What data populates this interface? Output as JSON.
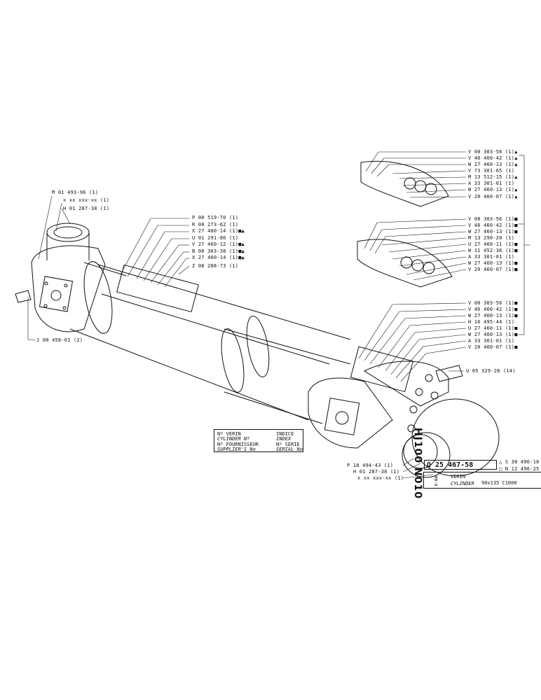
{
  "title_block": {
    "vertical_code": "HJ100 N010",
    "vertical_small": "00-9",
    "part_number": "Q 25 467-58",
    "rev_triangle": "S 38 496-18",
    "rev_square": "N 12 496-25",
    "name_fr": "VERIN",
    "name_en": "CYLINDER",
    "dimensions": "90x135 C1000"
  },
  "info_box": {
    "no_verin": "Nº VERIN",
    "cylinder_no": "CYLINDER Nº",
    "indice": "INDICE",
    "index": "INDEX",
    "no_fournisseur": "Nº FOURNISSEUR",
    "supplier_no": "SUPPLIER'S No",
    "no_serie": "Nº SERIE",
    "serial_no": "SERIAL No"
  },
  "labels_left": {
    "m01": "M 01 493-96 (1)",
    "xxx": "x xx xxx-xx (1)",
    "h01": "H 01 287-38 (1)",
    "j00": "J 00 458-01 (2)"
  },
  "labels_middle": {
    "p00": "P 00 519-70 (1)",
    "r00": "R 00 273-62 (1)",
    "x27a": "X 27 460-14 (1)■▲",
    "u01": "U 01 291-86 (1)",
    "v27": "V 27 460-12 (1)■▲",
    "b00": "B 00 303-38 (1)■▲",
    "x27b": "X 27 460-14 (1)■▲",
    "z08": "Z 08 288-73 (1)"
  },
  "kit_triangle": [
    "V 00 303-56 (1)▲",
    "V 46 460-42 (1)▲",
    "W 27 460-13 (1)▲",
    "V 73 301-65 (1)",
    "M 13 512-15 (1)▲",
    "A 33 301-01 (1)",
    "W 27 460-13 (1)▲",
    "V 20 460-07 (1)▲"
  ],
  "kit_square": [
    "V 00 303-56 (1)■",
    "V 46 460-42 (1)■",
    "W 27 460-13 (1)■",
    "M 13 290-20 (1)",
    "U 27 460-11 (1)■",
    "W 11 452-36 (1)■",
    "A 33 301-01 (1)",
    "W 27 460-13 (1)■",
    "V 20 460-07 (1)■"
  ],
  "kit_bottom": [
    "V 00 303-56 (1)■",
    "V 46 460-42 (1)■",
    "W 27 460-13 (1)■",
    "H 16 495-44 (1)",
    "U 27 460-11 (1)■",
    "W 27 460-13 (1)■",
    "A 33 301-01 (1)",
    "V 20 460-07 (1)■"
  ],
  "labels_right": {
    "u05": "U 05 329-28 (14)",
    "p18": "P 18 494-43 (1)",
    "h01b": "H 01 287-38 (1)",
    "xxxb": "x xx xxx-xx (1)"
  }
}
